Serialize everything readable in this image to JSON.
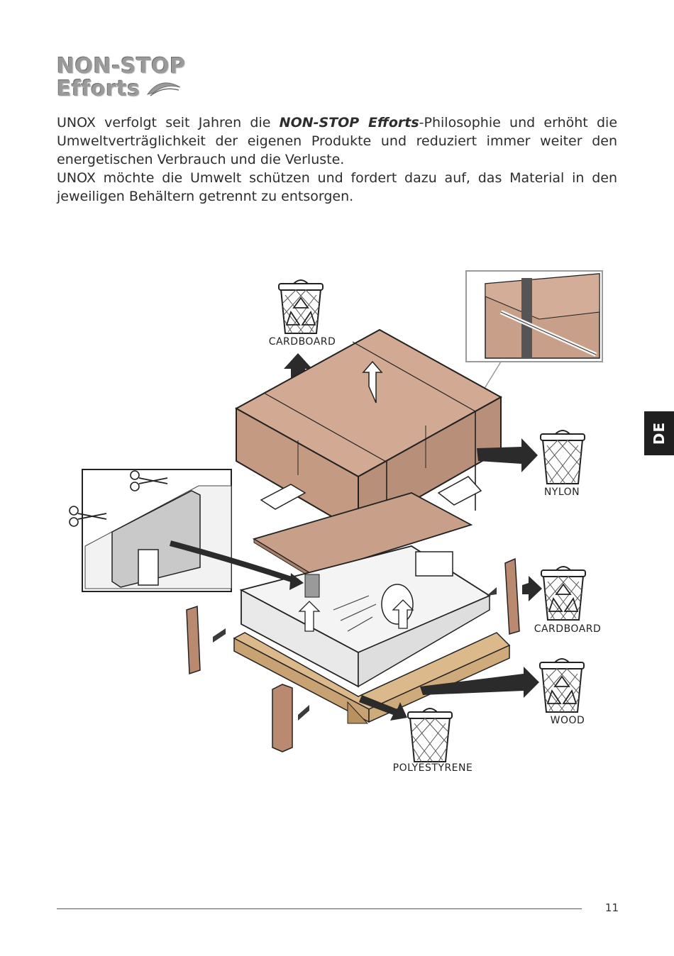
{
  "logo": {
    "line1": "NON-STOP",
    "line2": "Efforts"
  },
  "intro": {
    "p1_before": "UNOX verfolgt seit Jahren die ",
    "p1_bold": "NON-STOP Efforts",
    "p1_after": "-Philosophie und erhöht die Umweltverträglichkeit der eigenen Produkte und reduziert immer weiter den energetischen Verbrauch und die Verluste.",
    "p2": "UNOX möchte die Umwelt schützen und fordert dazu auf, das Material in den jeweiligen Behältern getrennt zu entsorgen."
  },
  "side_tab": "DE",
  "diagram": {
    "labels": {
      "cardboard_top": "CARDBOARD",
      "nylon": "NYLON",
      "cardboard_right": "CARDBOARD",
      "wood": "WOOD",
      "polystyrene": "POLYESTYRENE"
    },
    "icons": {
      "bin_recycle": "recycle-bin-icon",
      "bin_plain": "trash-bin-icon",
      "scissors": "scissors-icon",
      "arrow": "arrow-icon"
    },
    "colors": {
      "cardboard": "#c8a08a",
      "cardboard_dark": "#b38a73",
      "wood": "#dcb98b",
      "outline": "#222222",
      "arrow": "#3a3a3a"
    }
  },
  "footer": {
    "page_number": "11"
  }
}
